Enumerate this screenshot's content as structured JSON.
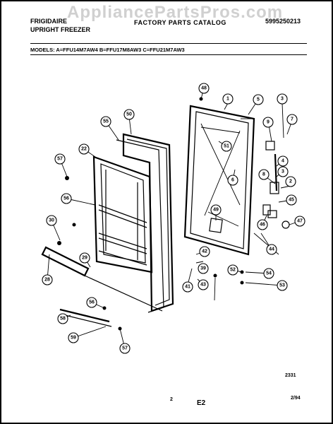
{
  "header": {
    "brand": "FRIGIDAIRE",
    "product": "UPRIGHT FREEZER",
    "catalog_title": "FACTORY PARTS CATALOG",
    "part_number": "5995250213"
  },
  "watermark": "AppliancePartsPros.com",
  "models_line": "MODELS:  A=FFU14M7AW4   B=FFU17M8AW3   C=FFU21M7AW3",
  "footer": {
    "code": "2331",
    "page": "2",
    "section": "E2",
    "date": "2/94"
  },
  "callouts": [
    "1",
    "2",
    "3",
    "3",
    "4",
    "5",
    "6",
    "7",
    "8",
    "9",
    "22",
    "28",
    "29",
    "30",
    "39",
    "41",
    "42",
    "43",
    "44",
    "45",
    "46",
    "47",
    "48",
    "49",
    "50",
    "51",
    "52",
    "53",
    "54",
    "55",
    "56",
    "56",
    "57",
    "57",
    "58",
    "59"
  ]
}
